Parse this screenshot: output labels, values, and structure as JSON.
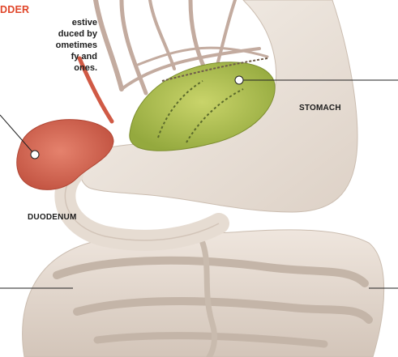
{
  "gallbladder": {
    "title": "DDER",
    "description": "estive\nduced by\nometimes\nfy and\nones.",
    "color": "#e0462a"
  },
  "labels": {
    "stomach": "STOMACH",
    "duodenum": "DUODENUM"
  },
  "colors": {
    "organ_gallbladder": "#d96a55",
    "organ_stomach": "#b7c656",
    "tissue": "#f0e9e2",
    "vessel": "#b89d8f",
    "leader_line": "#222222"
  }
}
